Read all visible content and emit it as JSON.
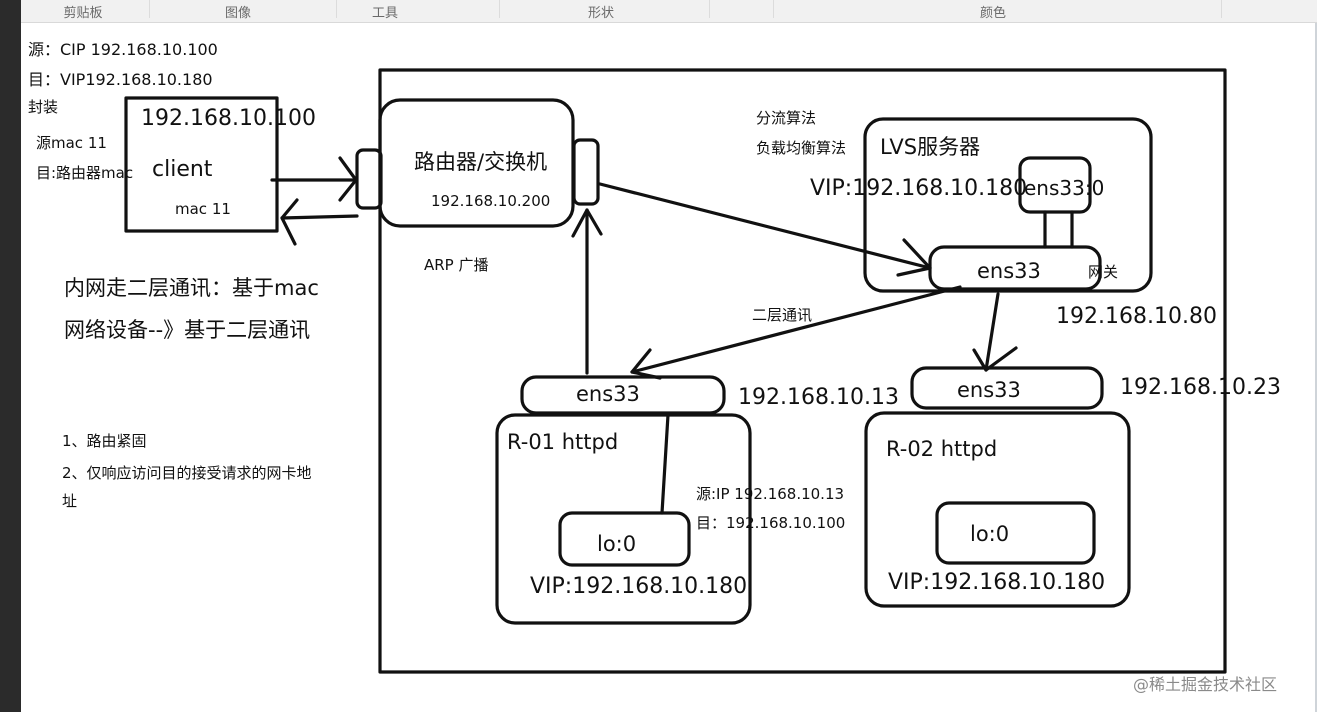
{
  "toolbar": {
    "groups": [
      "剪贴板",
      "图像",
      "工具",
      "形状",
      "颜色"
    ]
  },
  "left_notes": {
    "source_ip": "源：CIP  192.168.10.100",
    "dest_ip": "目：VIP192.168.10.180",
    "encap": "封装",
    "src_mac": "源mac 11",
    "dst_mac": "目:路由器mac",
    "layer2_line1": "内网走二层通讯：基于mac",
    "layer2_line2": "网络设备--》基于二层通讯",
    "list_item1": "1、路由紧固",
    "list_item2_line1": "2、仅响应访问目的接受请求的网卡地",
    "list_item2_line2": "址"
  },
  "client": {
    "ip": "192.168.10.100",
    "name": "client",
    "mac": "mac 11"
  },
  "router": {
    "name": "路由器/交换机",
    "ip": "192.168.10.200",
    "arp": "ARP 广播"
  },
  "lvs": {
    "algo1": "分流算法",
    "algo2": "负载均衡算法",
    "name": "LVS服务器",
    "vip": "VIP:192.168.10.180",
    "sub_iface": "ens33:0",
    "iface": "ens33",
    "gateway": "网关",
    "ip": "192.168.10.80"
  },
  "link_label": "二层通讯",
  "r01": {
    "iface": "ens33",
    "ip": "192.168.10.13",
    "name": "R-01   httpd",
    "reply_src": "源:IP 192.168.10.13",
    "reply_dst": "目：192.168.10.100",
    "lo": "lo:0",
    "vip": "VIP:192.168.10.180"
  },
  "r02": {
    "iface": "ens33",
    "ip": "192.168.10.23",
    "name": "R-02  httpd",
    "lo": "lo:0",
    "vip": "VIP:192.168.10.180"
  },
  "watermark": "@稀土掘金技术社区"
}
